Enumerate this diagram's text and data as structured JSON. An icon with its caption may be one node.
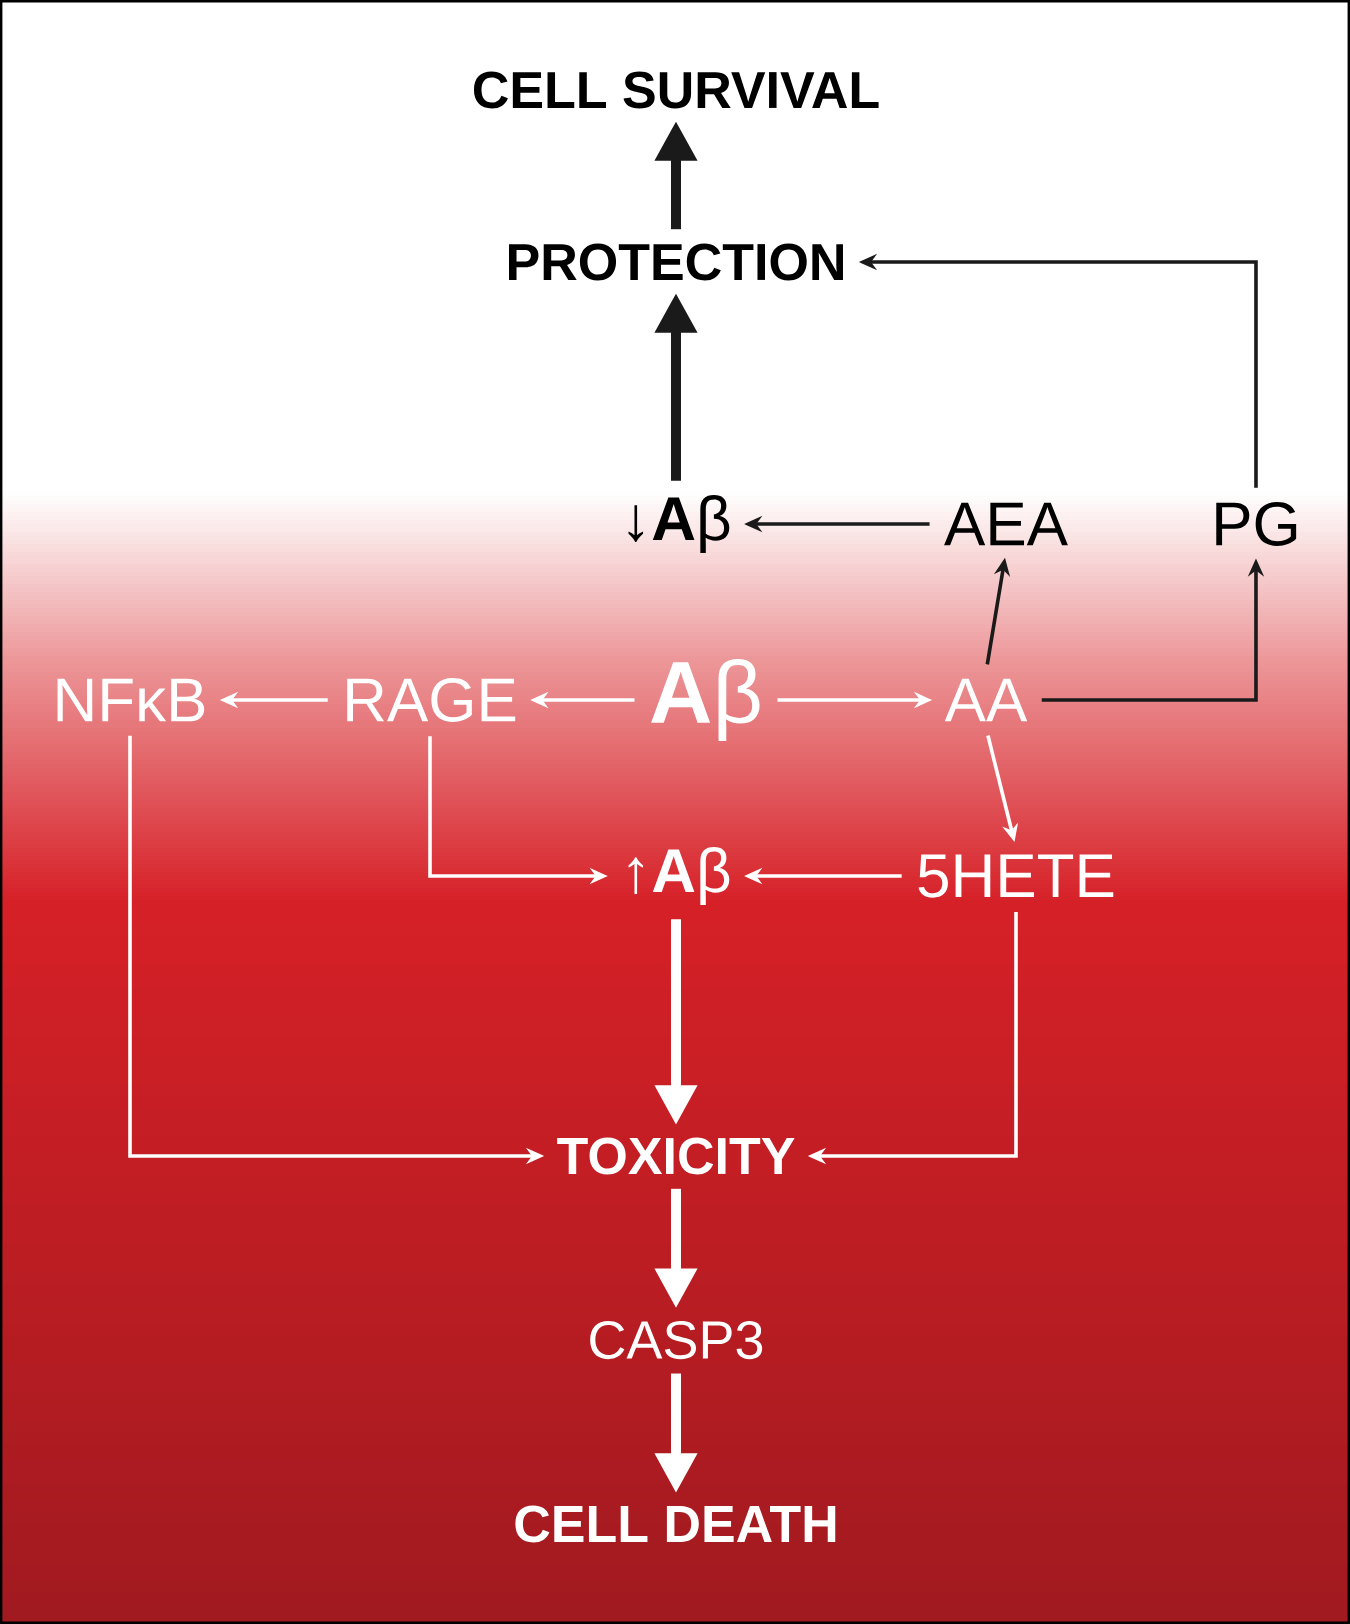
{
  "diagram": {
    "nodes": [
      {
        "text": [
          "CELL SURVIVAL"
        ]
      },
      {
        "text": [
          "PROTECTION"
        ]
      },
      {
        "text": [
          "↓**A**β"
        ]
      },
      {
        "text": [
          "AEA"
        ]
      },
      {
        "text": [
          "PG"
        ]
      },
      {
        "text": [
          "NFκB"
        ]
      },
      {
        "text": [
          "RAGE"
        ]
      },
      {
        "text": [
          "**A**β"
        ]
      },
      {
        "text": [
          "AA"
        ]
      },
      {
        "text": [
          "↑**A**β"
        ]
      },
      {
        "text": [
          "5HETE"
        ]
      },
      {
        "text": [
          "TOXICITY"
        ]
      },
      {
        "text": [
          "CASP3"
        ]
      },
      {
        "text": [
          "CELL DEATH"
        ]
      }
    ],
    "edges": [
      {
        "from": 1,
        "to": 0,
        "arrow": "to",
        "style": "thick",
        "color": "#1a1a1a"
      },
      {
        "from": 2,
        "to": 1,
        "arrow": "to",
        "style": "thick",
        "color": "#1a1a1a"
      },
      {
        "from": 4,
        "to": 1,
        "arrow": "to",
        "color": "#1a1a1a"
      },
      {
        "from": 3,
        "to": 2,
        "arrow": "to",
        "color": "#1a1a1a"
      },
      {
        "from": 8,
        "to": 3,
        "arrow": "to",
        "color": "#1a1a1a"
      },
      {
        "from": 8,
        "to": 4,
        "arrow": "to",
        "color": "#1a1a1a"
      },
      {
        "from": 7,
        "to": 6,
        "arrow": "to"
      },
      {
        "from": 6,
        "to": 5,
        "arrow": "to"
      },
      {
        "from": 7,
        "to": 8,
        "arrow": "to"
      },
      {
        "from": 8,
        "to": 10,
        "arrow": "to"
      },
      {
        "from": 10,
        "to": 9,
        "arrow": "to"
      },
      {
        "from": 6,
        "to": 9,
        "arrow": "to"
      },
      {
        "from": 9,
        "to": 11,
        "arrow": "to",
        "style": "thick"
      },
      {
        "from": 5,
        "to": 11,
        "arrow": "to"
      },
      {
        "from": 10,
        "to": 11,
        "arrow": "to"
      },
      {
        "from": 11,
        "to": 12,
        "arrow": "to",
        "style": "thick"
      },
      {
        "from": 12,
        "to": 13,
        "arrow": "to",
        "style": "thick"
      }
    ]
  }
}
